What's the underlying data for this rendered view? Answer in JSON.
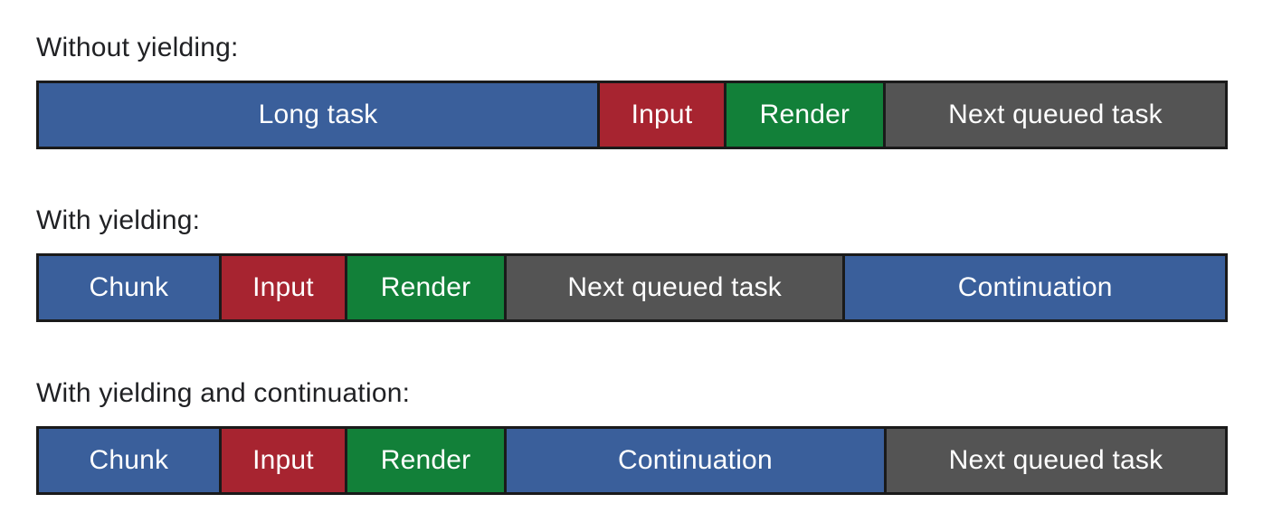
{
  "colors": {
    "blue": "#3A5F9B",
    "red": "#A72430",
    "green": "#128039",
    "gray": "#545454",
    "border": "#1A1A1A",
    "label_text": "#202124",
    "segment_text": "#FFFFFF",
    "background": "#FFFFFF"
  },
  "rows": [
    {
      "label": "Without yielding:",
      "segments": [
        {
          "text": "Long task",
          "color": "blue",
          "type": "long-task",
          "width_pct": 47.4
        },
        {
          "text": "Input",
          "color": "red",
          "type": "input",
          "width_pct": 10.5
        },
        {
          "text": "Render",
          "color": "green",
          "type": "render",
          "width_pct": 13.3
        },
        {
          "text": "Next queued task",
          "color": "gray",
          "type": "next-queued-task",
          "width_pct": 28.8
        }
      ]
    },
    {
      "label": "With yielding:",
      "segments": [
        {
          "text": "Chunk",
          "color": "blue",
          "type": "chunk",
          "width_pct": 15.3
        },
        {
          "text": "Input",
          "color": "red",
          "type": "input",
          "width_pct": 10.5
        },
        {
          "text": "Render",
          "color": "green",
          "type": "render",
          "width_pct": 13.3
        },
        {
          "text": "Next queued task",
          "color": "gray",
          "type": "next-queued-task",
          "width_pct": 28.6
        },
        {
          "text": "Continuation",
          "color": "blue",
          "type": "continuation",
          "width_pct": 32.3
        }
      ]
    },
    {
      "label": "With yielding and continuation:",
      "segments": [
        {
          "text": "Chunk",
          "color": "blue",
          "type": "chunk",
          "width_pct": 15.3
        },
        {
          "text": "Input",
          "color": "red",
          "type": "input",
          "width_pct": 10.5
        },
        {
          "text": "Render",
          "color": "green",
          "type": "render",
          "width_pct": 13.3
        },
        {
          "text": "Continuation",
          "color": "blue",
          "type": "continuation",
          "width_pct": 32.1
        },
        {
          "text": "Next queued task",
          "color": "gray",
          "type": "next-queued-task",
          "width_pct": 28.8
        }
      ]
    }
  ]
}
